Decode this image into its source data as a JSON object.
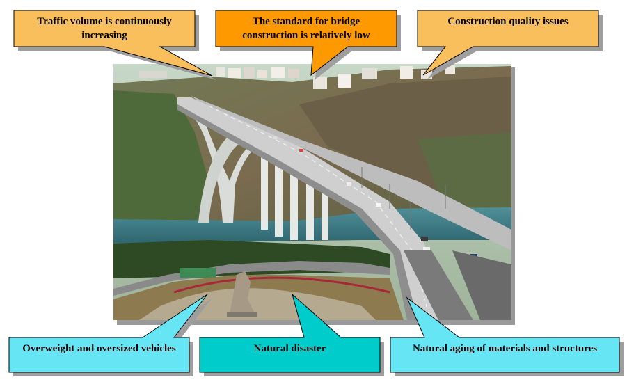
{
  "callouts": {
    "traffic": {
      "text": "Traffic volume is continuously increasing",
      "fill": "#F9BF5C"
    },
    "standard": {
      "text": "The standard for bridge construction is relatively low",
      "fill": "#FF9900"
    },
    "quality": {
      "text": "Construction quality issues",
      "fill": "#F9BF5C"
    },
    "overweight": {
      "text": "Overweight and oversized vehicles",
      "fill": "#66E5F5"
    },
    "disaster": {
      "text": "Natural disaster",
      "fill": "#00CCCC"
    },
    "aging": {
      "text": "Natural aging of materials and structures",
      "fill": "#66E5F5"
    }
  },
  "photo": {
    "subject": "Arch bridge over river with highway interchange and hillside town"
  }
}
